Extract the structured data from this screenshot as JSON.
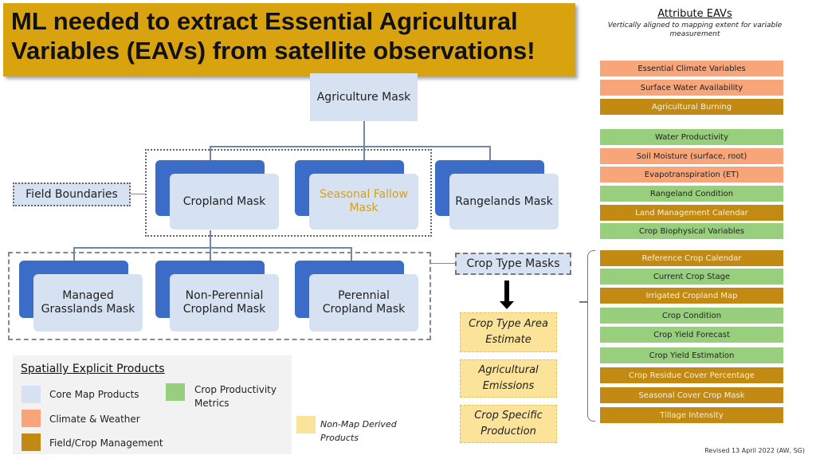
{
  "title": {
    "text": "ML needed to extract Essential Agricultural Variables (EAVs) from satellite observations!"
  },
  "masks": {
    "agriculture": "Agriculture Mask",
    "cropland": "Cropland Mask",
    "seasonal_fallow": "Seasonal Fallow Mask",
    "rangelands": "Rangelands Mask",
    "managed_grasslands": "Managed Grasslands Mask",
    "non_perennial": "Non-Perennial Cropland Mask",
    "perennial": "Perennial Cropland Mask"
  },
  "field_boundaries": "Field Boundaries",
  "crop_type_masks": "Crop Type Masks",
  "derived_products": [
    "Crop Type Area Estimate",
    "Agricultural Emissions",
    "Crop Specific Production"
  ],
  "attributes_header": {
    "title": "Attribute EAVs",
    "subtitle": "Vertically aligned to mapping extent for variable measurement"
  },
  "attributes": [
    {
      "label": "Essential Climate Variables",
      "category": "climate"
    },
    {
      "label": "Surface Water Availability",
      "category": "climate"
    },
    {
      "label": "Agricultural Burning",
      "category": "field"
    },
    {
      "label": "Water Productivity",
      "category": "productivity"
    },
    {
      "label": "Soil Moisture (surface, root)",
      "category": "climate"
    },
    {
      "label": "Evapotranspiration (ET)",
      "category": "climate"
    },
    {
      "label": "Rangeland Condition",
      "category": "productivity"
    },
    {
      "label": "Land Management Calendar",
      "category": "field"
    },
    {
      "label": "Crop Biophysical Variables",
      "category": "productivity"
    },
    {
      "label": "Reference Crop Calendar",
      "category": "field"
    },
    {
      "label": "Current Crop Stage",
      "category": "productivity"
    },
    {
      "label": "Irrigated Cropland Map",
      "category": "field"
    },
    {
      "label": "Crop Condition",
      "category": "productivity"
    },
    {
      "label": "Crop Yield Forecast",
      "category": "productivity"
    },
    {
      "label": "Crop Yield Estimation",
      "category": "productivity"
    },
    {
      "label": "Crop Residue Cover Percentage",
      "category": "field"
    },
    {
      "label": "Seasonal Cover Crop Mask",
      "category": "field"
    },
    {
      "label": "Tillage Intensity",
      "category": "field"
    }
  ],
  "legend": {
    "title": "Spatially Explicit Products",
    "items": [
      {
        "label": "Core Map Products",
        "color": "#d6e1f1"
      },
      {
        "label": "Climate & Weather",
        "color": "#f8a57a"
      },
      {
        "label": "Field/Crop Management",
        "color": "#c28a12"
      },
      {
        "label": "Crop Productivity Metrics",
        "color": "#98cf7c"
      }
    ],
    "non_map": {
      "label": "Non-Map Derived Products",
      "color": "#fbe49a"
    }
  },
  "colors": {
    "title_bg": "#d9a20f",
    "mask_dark": "#3a6cc8",
    "mask_light": "#d6e1f1",
    "fallow_text": "#d2a21a"
  },
  "footer": {
    "revised": "Revised 13 April 2022 (AW, SG)"
  }
}
